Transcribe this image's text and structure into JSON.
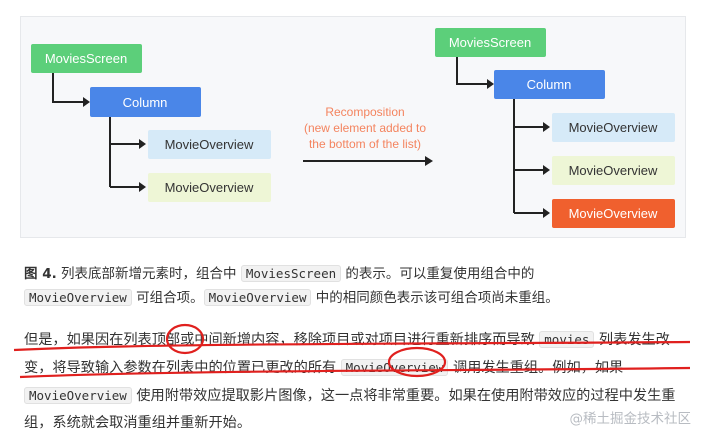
{
  "figure": {
    "left_tree": {
      "root": "MoviesScreen",
      "column": "Column",
      "children": [
        "MovieOverview",
        "MovieOverview"
      ]
    },
    "arrow_label": [
      "Recomposition",
      "(new element added to",
      "the bottom of the list)"
    ],
    "right_tree": {
      "root": "MoviesScreen",
      "column": "Column",
      "children": [
        "MovieOverview",
        "MovieOverview",
        "MovieOverview"
      ]
    },
    "colors": {
      "green": "#5ccf7a",
      "blue": "#4a86e8",
      "light_blue": "#d6eaf8",
      "light_green": "#eef6d6",
      "orange": "#f0602e"
    }
  },
  "caption": {
    "label": "图 4.",
    "t1": " 列表底部新增元素时，组合中 ",
    "c1": "MoviesScreen",
    "t2": " 的表示。可以重复使用组合中的",
    "c2": "MovieOverview",
    "t3": " 可组合项。",
    "c3": "MovieOverview",
    "t4": " 中的相同颜色表示该可组合项尚未重组。"
  },
  "paragraph": {
    "t1": "但是，如果因在列表顶部或中间新增内容，移除项目或对项目进行重新排序而导致 ",
    "c1": "movies",
    "t2": " 列表发生改变，将导致输入参数在列表中的位置已更改的所有 ",
    "c2": "MovieOverview",
    "t3": " 调用发生重组。例如，如果 ",
    "c3": "MovieOverview",
    "t4": " 使用附带效应提取影片图像，这一点将非常重要。如果在使用附带效应的过程中发生重组，系统就会取消重组并重新开始。"
  },
  "watermark": "@稀土掘金技术社区"
}
